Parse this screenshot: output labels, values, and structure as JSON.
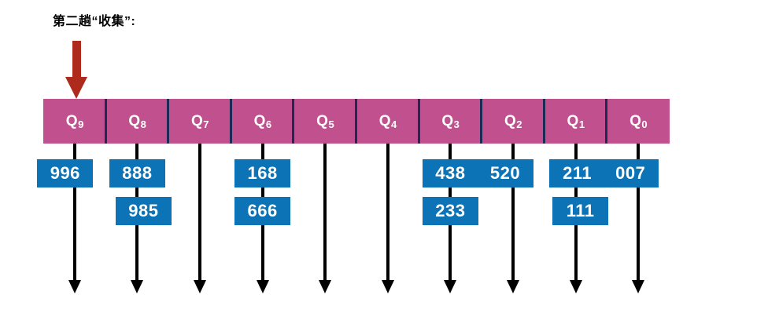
{
  "diagram": {
    "title": "第二趟“收集”:",
    "colors": {
      "bucket_bar": "#C1518E",
      "bucket_divider": "#1D2A56",
      "value_box": "#0C73B6",
      "arrow_red": "#AE2A1C",
      "stem_black": "#000000",
      "text_white": "#FFFFFF"
    },
    "top_arrow": {
      "name": "collect-pass-arrow",
      "points_to_bucket": "Q9",
      "color": "#AE2A1C"
    },
    "buckets": [
      {
        "id": "Q9",
        "label_base": "Q",
        "label_sub": "9",
        "values": [
          "996"
        ],
        "offsets": [
          -12
        ]
      },
      {
        "id": "Q8",
        "label_base": "Q",
        "label_sub": "8",
        "values": [
          "888",
          "985"
        ],
        "offsets": [
          0,
          8
        ]
      },
      {
        "id": "Q7",
        "label_base": "Q",
        "label_sub": "7",
        "values": [],
        "offsets": []
      },
      {
        "id": "Q6",
        "label_base": "Q",
        "label_sub": "6",
        "values": [
          "168",
          "666"
        ],
        "offsets": [
          0,
          0
        ]
      },
      {
        "id": "Q5",
        "label_base": "Q",
        "label_sub": "5",
        "values": [],
        "offsets": []
      },
      {
        "id": "Q4",
        "label_base": "Q",
        "label_sub": "4",
        "values": [],
        "offsets": []
      },
      {
        "id": "Q3",
        "label_base": "Q",
        "label_sub": "3",
        "values": [
          "438",
          "233"
        ],
        "offsets": [
          0,
          0
        ]
      },
      {
        "id": "Q2",
        "label_base": "Q",
        "label_sub": "2",
        "values": [
          "520"
        ],
        "offsets": [
          -10
        ]
      },
      {
        "id": "Q1",
        "label_base": "Q",
        "label_sub": "1",
        "values": [
          "211",
          "111"
        ],
        "offsets": [
          2,
          6
        ]
      },
      {
        "id": "Q0",
        "label_base": "Q",
        "label_sub": "0",
        "values": [
          "007"
        ],
        "offsets": [
          -10
        ]
      }
    ]
  }
}
